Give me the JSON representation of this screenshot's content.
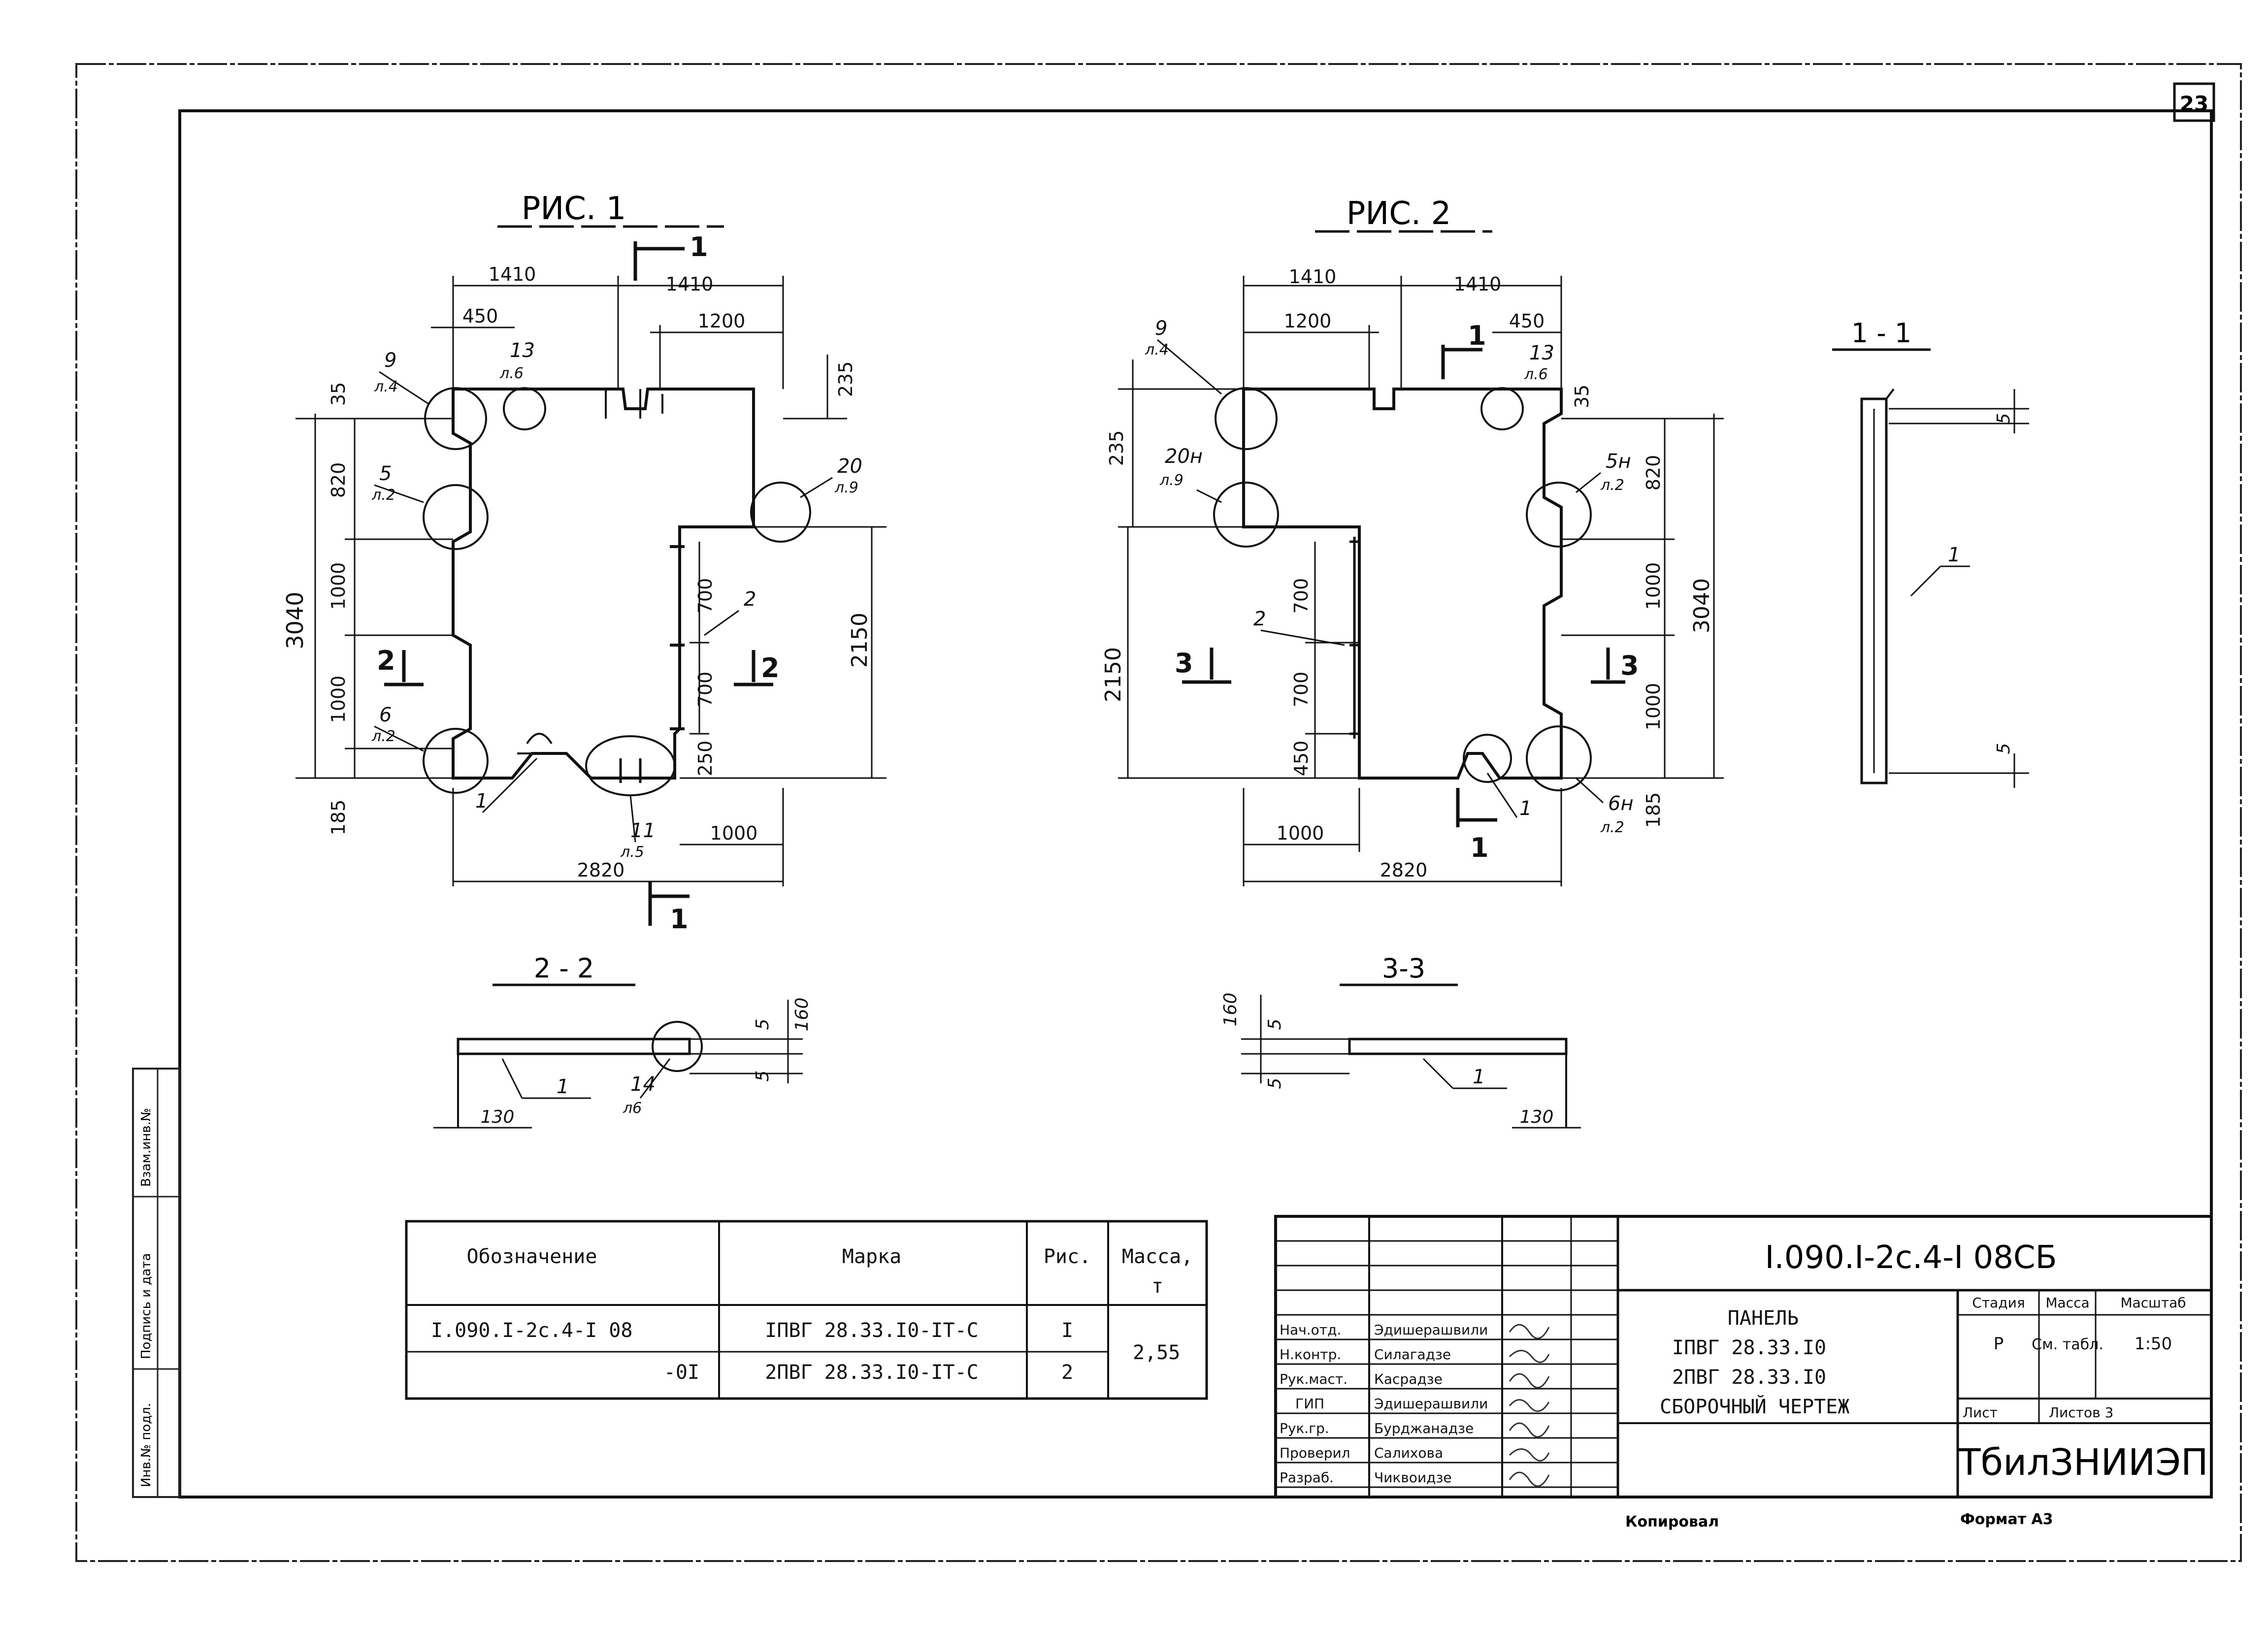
{
  "sheet_number": "23",
  "figures": {
    "fig1": {
      "title": "РИС. 1",
      "dims": {
        "top_left": "1410",
        "top_right": "1410",
        "d450": "450",
        "d1200": "1200",
        "d235": "235",
        "d35": "35",
        "d820": "820",
        "d1000a": "1000",
        "d3040": "3040",
        "d1000b": "1000",
        "d185": "185",
        "d2150": "2150",
        "d700a": "700",
        "d700b": "700",
        "d250": "250",
        "d1000c": "1000",
        "d2820": "2820"
      },
      "callouts": {
        "c9": "9",
        "c9s": "л.4",
        "c13": "13",
        "c13s": "л.6",
        "c5": "5",
        "c5s": "л.2",
        "c20": "20",
        "c20s": "л.9",
        "c6": "6",
        "c6s": "л.2",
        "c1": "1",
        "c2": "2",
        "c11": "11",
        "c11s": "л.5"
      },
      "section_marks": {
        "top": "1",
        "bottom": "1",
        "left": "2",
        "right": "2"
      }
    },
    "fig2": {
      "title": "РИС. 2",
      "dims": {
        "top_left": "1410",
        "top_right": "1410",
        "d1200": "1200",
        "d450": "450",
        "d35": "35",
        "d235": "235",
        "d820": "820",
        "d1000a": "1000",
        "d3040": "3040",
        "d1000b": "1000",
        "d185": "185",
        "d2150": "2150",
        "d700a": "700",
        "d700b": "700",
        "d450b": "450",
        "d1000c": "1000",
        "d2820": "2820"
      },
      "callouts": {
        "c9": "9",
        "c9s": "л.4",
        "c13": "13",
        "c13s": "л.6",
        "c20": "20н",
        "c20s": "л.9",
        "c5": "5н",
        "c5s": "л.2",
        "c6": "6н",
        "c6s": "л.2",
        "c1": "1",
        "c2": "2"
      },
      "section_marks": {
        "top": "1",
        "bottom": "1",
        "left": "3",
        "right": "3"
      }
    },
    "sec11": {
      "title": "1 - 1",
      "d5a": "5",
      "d5b": "5",
      "c1": "1"
    },
    "sec22": {
      "title": "2 - 2",
      "d5a": "5",
      "d5b": "5",
      "d160": "160",
      "d130": "130",
      "c1": "1",
      "c14": "14",
      "c14s": "л6"
    },
    "sec33": {
      "title": "3-3",
      "d160": "160",
      "d5a": "5",
      "d5b": "5",
      "d130": "130",
      "c1": "1"
    }
  },
  "spec_table": {
    "headers": [
      "Обозначение",
      "Марка",
      "Рис.",
      "Масса,",
      "т"
    ],
    "rows": [
      [
        "I.090.I-2с.4-I 08",
        "IПВГ 28.33.I0-IТ-С",
        "I"
      ],
      [
        "-0I",
        "2ПВГ 28.33.I0-IТ-С",
        "2"
      ]
    ],
    "mass": "2,55"
  },
  "title_block": {
    "doc_code": "I.090.I-2с.4-I 08СБ",
    "roles": [
      "Нач.отд.",
      "Н.контр.",
      "Рук.маст.",
      "ГИП",
      "Рук.гр.",
      "Проверил",
      "Разраб."
    ],
    "names": [
      "Эдишерашвили",
      "Силагадзе",
      "Касрадзе",
      "Эдишерашвили",
      "Бурджанадзе",
      "Салихова",
      "Чиквоидзе"
    ],
    "item_name": [
      "ПАНЕЛЬ",
      "IПВГ 28.33.I0",
      "2ПВГ 28.33.I0",
      "СБОРОЧНЫЙ ЧЕРТЕЖ"
    ],
    "stage_label": "Стадия",
    "mass_label": "Масса",
    "scale_label": "Масштаб",
    "stage": "Р",
    "mass": "См. табл.",
    "scale": "1:50",
    "sheet_label": "Лист",
    "sheets_label": "Листов 3",
    "org": "ТбилЗНИИЭП"
  },
  "footer": {
    "copied": "Копировал",
    "format": "Формат А3"
  },
  "side_strip": [
    "Инв.№ подл.",
    "Подпись и дата",
    "Взам.инв.№"
  ]
}
